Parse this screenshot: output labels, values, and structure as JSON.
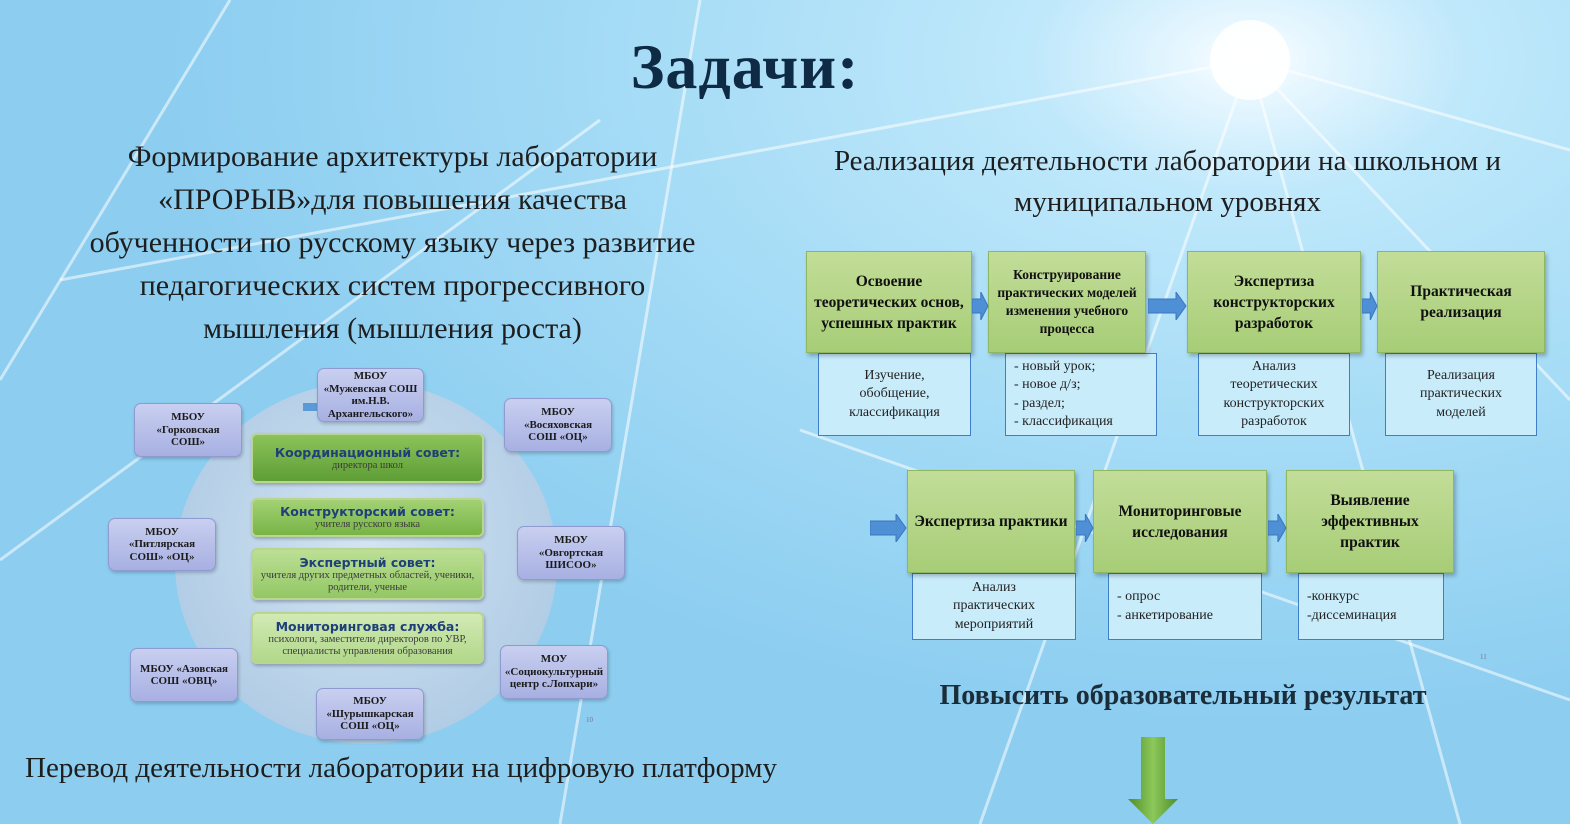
{
  "title": "Задачи:",
  "left_text": [
    "Формирование архитектуры лаборатории",
    "«ПРОРЫВ»для повышения качества",
    "обученности по русскому языку через развитие",
    "педагогических систем прогрессивного",
    "мышления (мышления роста)"
  ],
  "right_text": [
    "Реализация деятельности лаборатории на школьном и",
    "муниципальном уровнях"
  ],
  "bottom_text": "Перевод деятельности лаборатории на цифровую платформу",
  "result_text": "Повысить образовательный результат",
  "councils": [
    {
      "heading": "Координационный совет:",
      "sub": "директора школ"
    },
    {
      "heading": "Конструкторский совет:",
      "sub": "учителя русского языка"
    },
    {
      "heading": "Экспертный совет:",
      "sub": "учителя других предметных областей, ученики, родители, ученые"
    },
    {
      "heading": "Мониторинговая служба:",
      "sub": "психологи, заместители директоров по УВР, специалисты управления образования"
    }
  ],
  "schools": [
    {
      "name": "МБОУ «Мужевская СОШ им.Н.В. Архангельского»"
    },
    {
      "name": "МБОУ «Горковская СОШ»"
    },
    {
      "name": "МБОУ «Восяховская СОШ «ОЦ»"
    },
    {
      "name": "МБОУ «Питлярская СОШ» «ОЦ»"
    },
    {
      "name": "МБОУ «Овгортская ШИСОО»"
    },
    {
      "name": "МБОУ «Азовская СОШ «ОВЦ»"
    },
    {
      "name": "МОУ «Социокультурный центр с.Лопхари»"
    },
    {
      "name": "МБОУ «Шурышкарская СОШ «ОЦ»"
    }
  ],
  "steps": [
    {
      "title": "Освоение теоретических основ, успешных практик",
      "details": [
        "Изучение,",
        "обобщение,",
        "классификация"
      ]
    },
    {
      "title": "Конструирование практических моделей изменения учебного процесса",
      "details": [
        "- новый урок;",
        "- новое д/з;",
        "- раздел;",
        "- классификация"
      ]
    },
    {
      "title": "Экспертиза конструкторских разработок",
      "details": [
        "Анализ",
        "теоретических",
        "конструкторских",
        "разработок"
      ]
    },
    {
      "title": "Практическая реализация",
      "details": [
        "Реализация",
        "практических",
        "моделей"
      ]
    },
    {
      "title": "Экспертиза практики",
      "details": [
        "Анализ",
        "практических",
        "мероприятий"
      ]
    },
    {
      "title": "Мониторинговые исследования",
      "details": [
        "- опрос",
        "- анкетирование"
      ]
    },
    {
      "title": "Выявление эффективных практик",
      "details": [
        "-конкурс",
        "-диссеминация"
      ]
    }
  ],
  "page_numbers": [
    "10",
    "11"
  ],
  "colors": {
    "title": "#0e2a44",
    "step_green": "#b4d687",
    "detail_bg": "#c9ecfb",
    "arrow_blue": "#4f8fd6",
    "result_arrow": "#6aaa3a"
  }
}
